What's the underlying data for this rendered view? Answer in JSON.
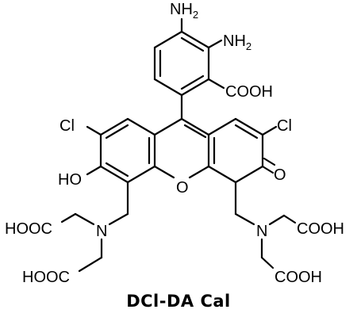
{
  "compound_name": "DCl-DA Cal",
  "labels": {
    "nh2_top": "NH",
    "nh2_top_sub": "2",
    "nh2_right": "NH",
    "nh2_right_sub": "2",
    "cooh_aryl": "COOH",
    "cl_left": "Cl",
    "cl_right": "Cl",
    "ho": "HO",
    "o_ring": "O",
    "o_keto": "O",
    "n_left": "N",
    "n_right": "N",
    "hooc_left_top": "HOOC",
    "hooc_left_bottom": "HOOC",
    "cooh_right_top": "COOH",
    "cooh_right_bottom": "COOH"
  }
}
